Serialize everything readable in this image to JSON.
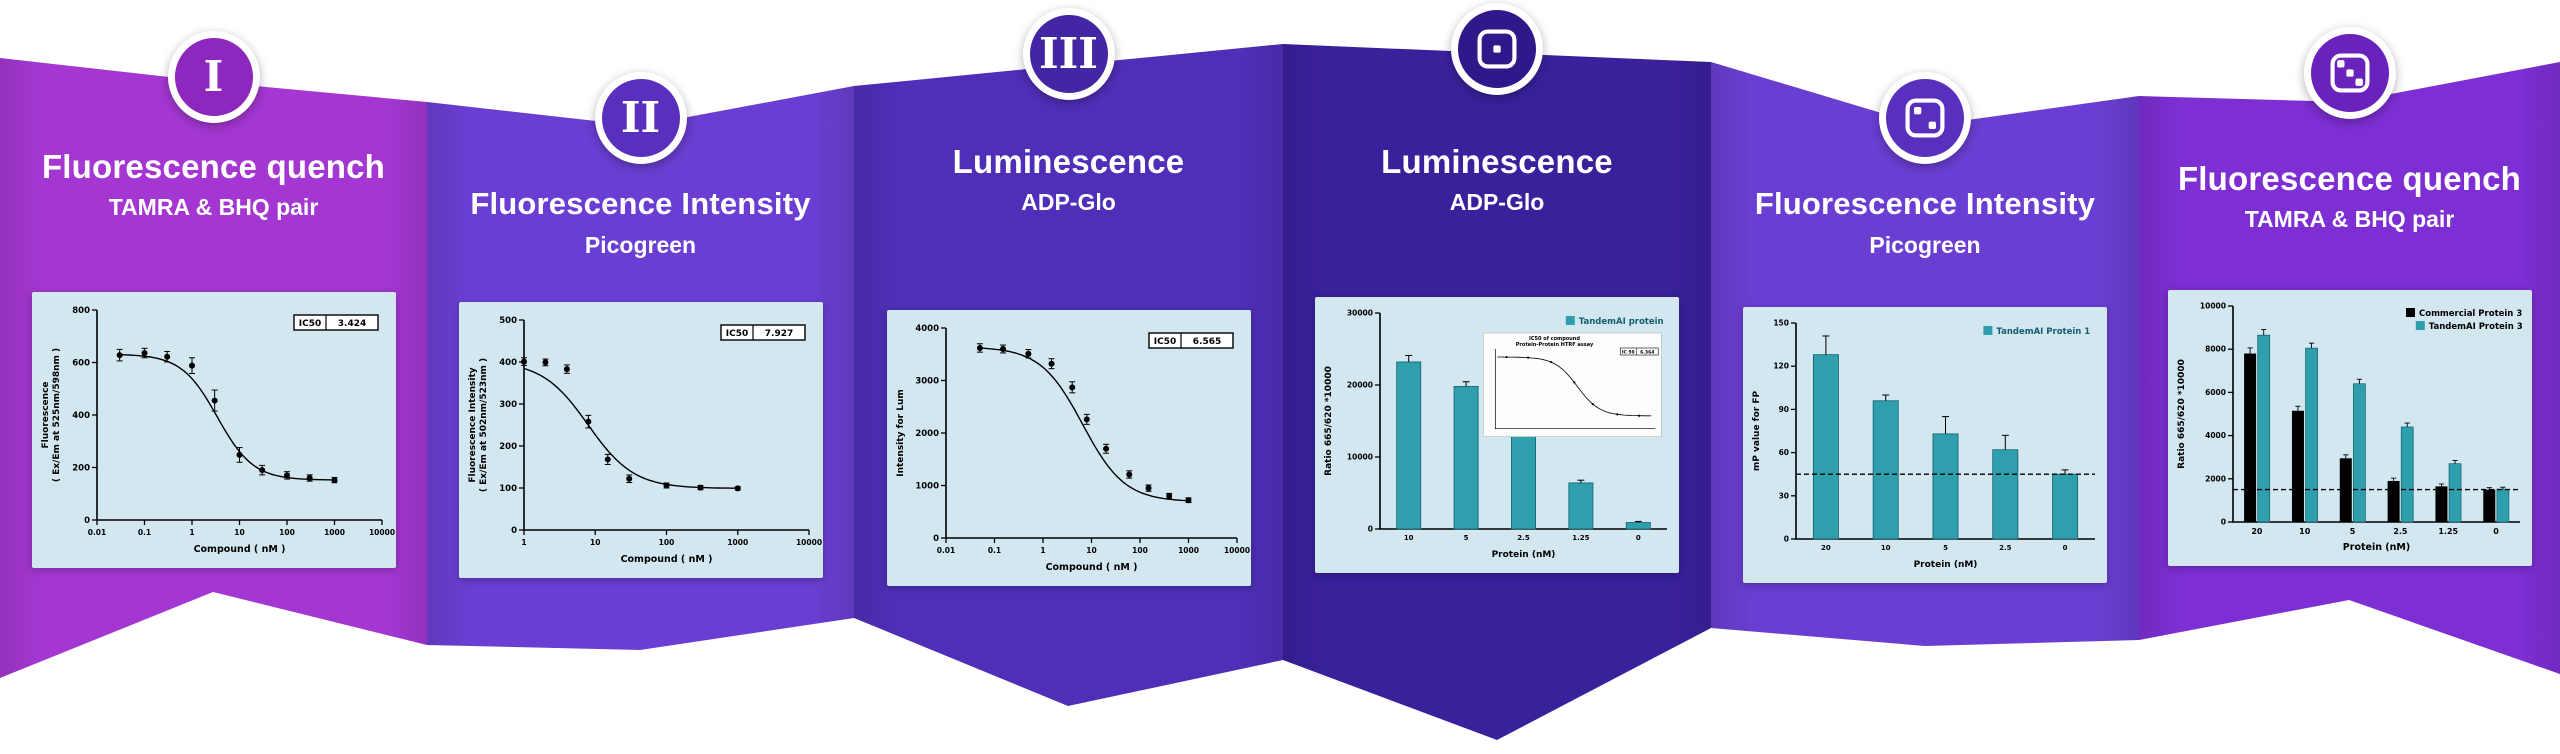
{
  "colors": {
    "background": "#ffffff",
    "chart_bg": "#d3e7f1",
    "teal": "#2f9fae",
    "axis": "#000000"
  },
  "icons": {
    "panel_4_badge": "die-1-icon",
    "panel_5_badge": "die-2-icon",
    "panel_6_badge": "die-3-icon"
  },
  "banner": {
    "panels": [
      {
        "badge_text": "I",
        "title": "Fluorescence quench",
        "subtitle": "TAMRA & BHQ pair",
        "color": "#a437d2",
        "badge_color": "#8e27bd"
      },
      {
        "badge_text": "II",
        "title": "Fluorescence Intensity",
        "subtitle": "Picogreen",
        "color": "#6a3ed2",
        "badge_color": "#5930bd"
      },
      {
        "badge_text": "III",
        "title": "Luminescence",
        "subtitle": "ADP-Glo",
        "color": "#4f2fb8",
        "badge_color": "#4326a4"
      },
      {
        "badge_icon": "die-1",
        "title": "Luminescence",
        "subtitle": "ADP-Glo",
        "color": "#3b209c",
        "badge_color": "#31188a"
      },
      {
        "badge_icon": "die-2",
        "title": "Fluorescence Intensity",
        "subtitle": "Picogreen",
        "color": "#6a3ed2",
        "badge_color": "#5930bd"
      },
      {
        "badge_icon": "die-3",
        "title": "Fluorescence quench",
        "subtitle": "TAMRA & BHQ pair",
        "color": "#7d2fd4",
        "badge_color": "#6a22bd"
      }
    ]
  },
  "chart_data": [
    {
      "type": "line",
      "xscale": "log",
      "ylabel_lines": [
        "Fluorescence",
        "( Ex/Em at 525nm/598nm )"
      ],
      "xlabel": "Compound ( nM )",
      "ic50_label": "IC50",
      "ic50": "3.424",
      "x": [
        0.03,
        0.1,
        0.3,
        1,
        3,
        10,
        30,
        100,
        300,
        1000
      ],
      "y": [
        628,
        636,
        622,
        588,
        455,
        248,
        190,
        170,
        160,
        152
      ],
      "yerr": [
        22,
        18,
        20,
        30,
        40,
        28,
        18,
        14,
        12,
        10
      ],
      "xticks": [
        0.01,
        0.1,
        1,
        10,
        100,
        1000,
        10000
      ],
      "yticks": [
        0,
        200,
        400,
        600,
        800
      ],
      "ylim": [
        0,
        800
      ],
      "fit": {
        "top": 632,
        "bottom": 152,
        "ic50": 3.424,
        "hill": 1.15
      }
    },
    {
      "type": "line",
      "xscale": "log",
      "ylabel_lines": [
        "Fluorescence Intensity",
        "( Ex/Em at 502nm/523nm )"
      ],
      "xlabel": "Compound ( nM )",
      "ic50_label": "IC50",
      "ic50": "7.927",
      "x": [
        1,
        2,
        4,
        8,
        15,
        30,
        100,
        300,
        1000
      ],
      "y": [
        401,
        399,
        383,
        258,
        168,
        122,
        106,
        101,
        99
      ],
      "yerr": [
        9,
        8,
        10,
        15,
        12,
        9,
        6,
        5,
        4
      ],
      "xticks": [
        1,
        10,
        100,
        1000,
        10000
      ],
      "yticks": [
        0,
        100,
        200,
        300,
        400,
        500
      ],
      "ylim": [
        0,
        500
      ],
      "fit": {
        "top": 402,
        "bottom": 99,
        "ic50": 7.927,
        "hill": 1.35
      }
    },
    {
      "type": "line",
      "xscale": "log",
      "ylabel_lines": [
        "Intensity for Lum"
      ],
      "xlabel": "Compound ( nM )",
      "ic50_label": "IC50",
      "ic50": "6.565",
      "x": [
        0.05,
        0.15,
        0.5,
        1.5,
        4,
        8,
        20,
        60,
        150,
        400,
        1000
      ],
      "y": [
        3620,
        3600,
        3510,
        3320,
        2870,
        2260,
        1700,
        1210,
        950,
        800,
        720
      ],
      "yerr": [
        80,
        75,
        80,
        95,
        105,
        95,
        85,
        70,
        60,
        50,
        45
      ],
      "xticks": [
        0.01,
        0.1,
        1,
        10,
        100,
        1000,
        10000
      ],
      "yticks": [
        0,
        1000,
        2000,
        3000,
        4000
      ],
      "ylim": [
        0,
        4000
      ],
      "fit": {
        "top": 3640,
        "bottom": 690,
        "ic50": 6.565,
        "hill": 1.0
      }
    },
    {
      "type": "bar",
      "ylabel_lines": [
        "Ratio 665/620 *10000"
      ],
      "xlabel": "Protein (nM)",
      "bar_color": "#2f9fae",
      "categories": [
        "10",
        "5",
        "2.5",
        "1.25",
        "0"
      ],
      "values": [
        23200,
        19800,
        13600,
        6400,
        900
      ],
      "errors": [
        900,
        650,
        500,
        380,
        150
      ],
      "yticks": [
        0,
        10000,
        20000,
        30000
      ],
      "ylim": [
        0,
        30000
      ],
      "legend": [
        {
          "label": "TandemAI protein",
          "color": "#2f9fae",
          "text_color": "#115e6e"
        }
      ],
      "inset": {
        "title_lines": [
          "IC50 of compound",
          "Protein-Protein HTRF assay"
        ],
        "ic50_label": "IC 50",
        "ic50": "6.364"
      }
    },
    {
      "type": "bar",
      "ylabel_lines": [
        "mP value for FP"
      ],
      "xlabel": "Protein (nM)",
      "bar_color": "#2f9fae",
      "categories": [
        "20",
        "10",
        "5",
        "2.5",
        "0"
      ],
      "values": [
        128,
        96,
        73,
        62,
        45
      ],
      "errors": [
        13,
        4,
        12,
        10,
        3
      ],
      "dashed_line": 45,
      "yticks": [
        0,
        30,
        60,
        90,
        120,
        150
      ],
      "ylim": [
        0,
        150
      ],
      "legend": [
        {
          "label": "TandemAI Protein 1",
          "color": "#2f9fae",
          "text_color": "#115e6e"
        }
      ]
    },
    {
      "type": "grouped-bar",
      "ylabel_lines": [
        "Ratio 665/620 *10000"
      ],
      "xlabel": "Protein (nM)",
      "categories": [
        "20",
        "10",
        "5",
        "2.5",
        "1.25",
        "0"
      ],
      "series": [
        {
          "name": "Commercial Protein 3",
          "color": "#000000",
          "values": [
            7800,
            5150,
            2950,
            1900,
            1650,
            1500
          ],
          "errors": [
            260,
            210,
            160,
            130,
            110,
            90
          ]
        },
        {
          "name": "TandemAI Protein 3",
          "color": "#2f9fae",
          "values": [
            8650,
            8050,
            6400,
            4400,
            2700,
            1520
          ],
          "errors": [
            260,
            230,
            210,
            180,
            150,
            90
          ]
        }
      ],
      "dashed_line": 1500,
      "yticks": [
        0,
        2000,
        4000,
        6000,
        8000,
        10000
      ],
      "ylim": [
        0,
        10000
      ]
    }
  ]
}
